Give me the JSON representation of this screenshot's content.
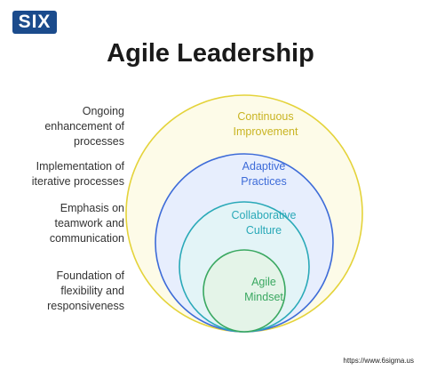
{
  "logo": {
    "text": "SIX",
    "color": "#1b4b8c"
  },
  "title": "Agile Leadership",
  "rings": [
    {
      "label_lines": [
        "Continuous",
        "Improvement"
      ],
      "fill": "#fdfbe8",
      "stroke": "#e4d33a",
      "text_color": "#c9b422"
    },
    {
      "label_lines": [
        "Adaptive",
        "Practices"
      ],
      "fill": "#e7eefd",
      "stroke": "#3d6bd8",
      "text_color": "#3d6bd8"
    },
    {
      "label_lines": [
        "Collaborative",
        "Culture"
      ],
      "fill": "#e3f4f7",
      "stroke": "#2aa9b8",
      "text_color": "#2aa9b8"
    },
    {
      "label_lines": [
        "Agile",
        "Mindset"
      ],
      "fill": "#e4f4e8",
      "stroke": "#3aa861",
      "text_color": "#3aa861"
    }
  ],
  "descriptions": [
    {
      "lines": [
        "Ongoing",
        "enhancement of",
        "processes"
      ]
    },
    {
      "lines": [
        "Implementation of",
        "iterative processes"
      ]
    },
    {
      "lines": [
        "Emphasis on",
        "teamwork and",
        "communication"
      ]
    },
    {
      "lines": [
        "Foundation of",
        "flexibility and",
        "responsiveness"
      ]
    }
  ],
  "url": "https://www.6sigma.us"
}
